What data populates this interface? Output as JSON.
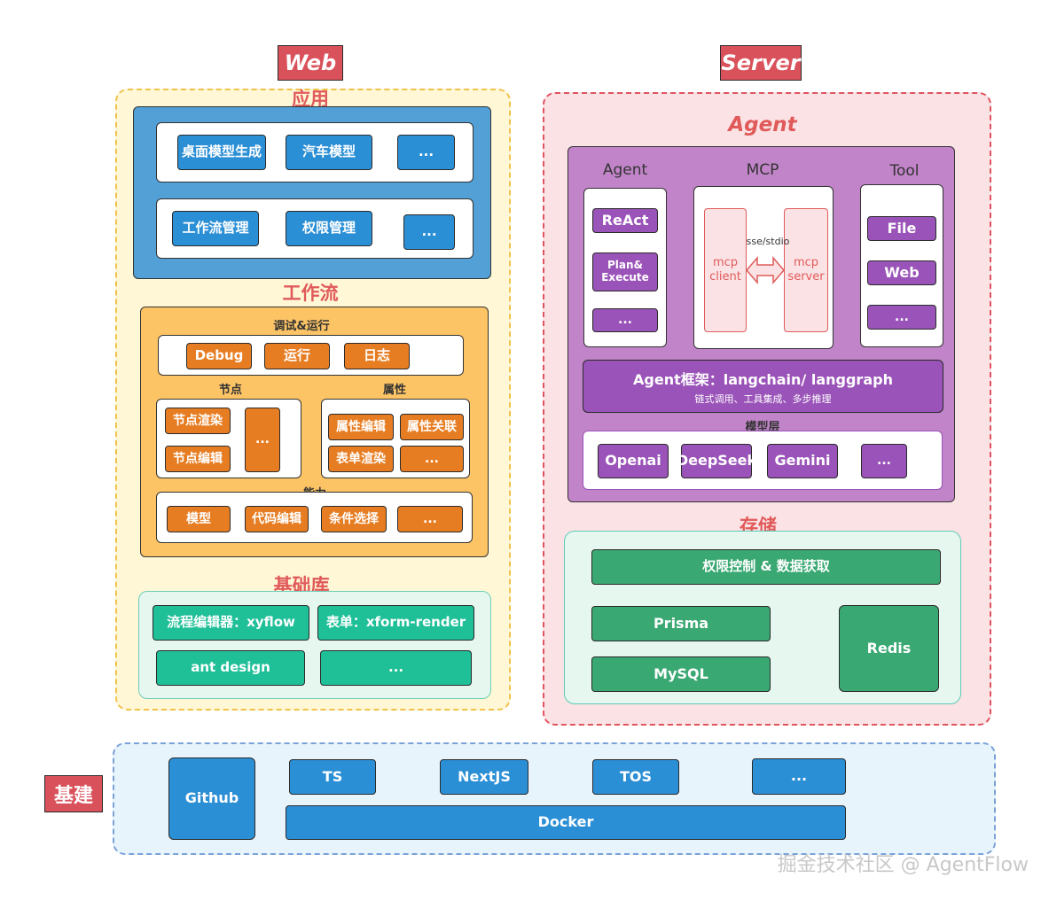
{
  "tags": {
    "web": "Web",
    "server": "Server",
    "infra": "基建"
  },
  "web": {
    "app": {
      "title": "应用",
      "row1": [
        "桌面模型生成",
        "汽车模型",
        "..."
      ],
      "row2": [
        "工作流管理",
        "权限管理",
        "..."
      ]
    },
    "workflow": {
      "title": "工作流",
      "debug": {
        "title": "调试&运行",
        "items": [
          "Debug",
          "运行",
          "日志"
        ]
      },
      "node": {
        "title": "节点",
        "items": [
          "节点渲染",
          "节点编辑",
          "..."
        ]
      },
      "attr": {
        "title": "属性",
        "items": [
          "属性编辑",
          "属性关联",
          "表单渲染",
          "..."
        ]
      },
      "ability": {
        "title": "能力",
        "items": [
          "模型",
          "代码编辑",
          "条件选择",
          "..."
        ]
      }
    },
    "base": {
      "title": "基础库",
      "items": [
        "流程编辑器：xyflow",
        "表单：xform-render",
        "ant design",
        "..."
      ]
    }
  },
  "server": {
    "agent": {
      "title": "Agent",
      "agent_col": {
        "title": "Agent",
        "items": [
          "ReAct",
          "Plan&\nExecute",
          "..."
        ]
      },
      "mcp_col": {
        "title": "MCP",
        "client": "mcp\nclient",
        "server": "mcp\nserver",
        "protocol": "sse/stdio"
      },
      "tool_col": {
        "title": "Tool",
        "items": [
          "File",
          "Web",
          "..."
        ]
      },
      "framework": {
        "title": "Agent框架：langchain/ langgraph",
        "subtitle": "链式调用、工具集成、多步推理"
      },
      "model": {
        "title": "模型层",
        "items": [
          "Openai",
          "DeepSeek",
          "Gemini",
          "..."
        ]
      }
    },
    "storage": {
      "title": "存储",
      "access": "权限控制 & 数据获取",
      "prisma": "Prisma",
      "mysql": "MySQL",
      "redis": "Redis"
    }
  },
  "infra": {
    "github": "Github",
    "items": [
      "TS",
      "NextJS",
      "TOS",
      "..."
    ],
    "docker": "Docker"
  },
  "watermark": "掘金技术社区 @ AgentFlow",
  "colors": {
    "tag_red": "#d9525b",
    "blue": "#2b8fd6",
    "orange": "#e77d22",
    "green": "#3aa872",
    "teal": "#1fbf98",
    "purple": "#9a53b8",
    "title_red": "#e05a5a"
  }
}
